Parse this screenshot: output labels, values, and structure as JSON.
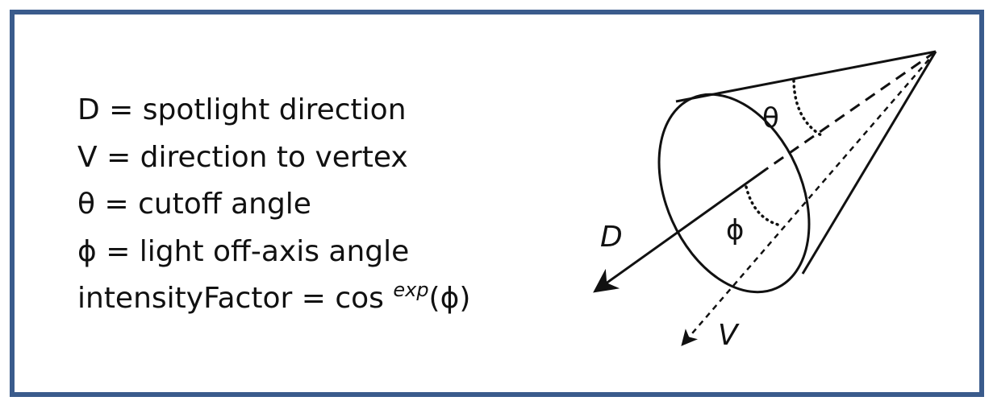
{
  "legend": {
    "d_line": "D = spotlight direction",
    "v_line": "V = direction to vertex",
    "theta_line": "θ = cutoff angle",
    "phi_line": "ϕ = light off-axis angle",
    "formula_prefix": "intensityFactor = cos ",
    "formula_exp": "exp",
    "formula_suffix": "(ϕ)"
  },
  "diagram": {
    "theta_label": "θ",
    "phi_label": "ϕ",
    "d_label": "D",
    "v_label": "V"
  },
  "colors": {
    "border": "#3a5b8c",
    "ink": "#111111"
  }
}
